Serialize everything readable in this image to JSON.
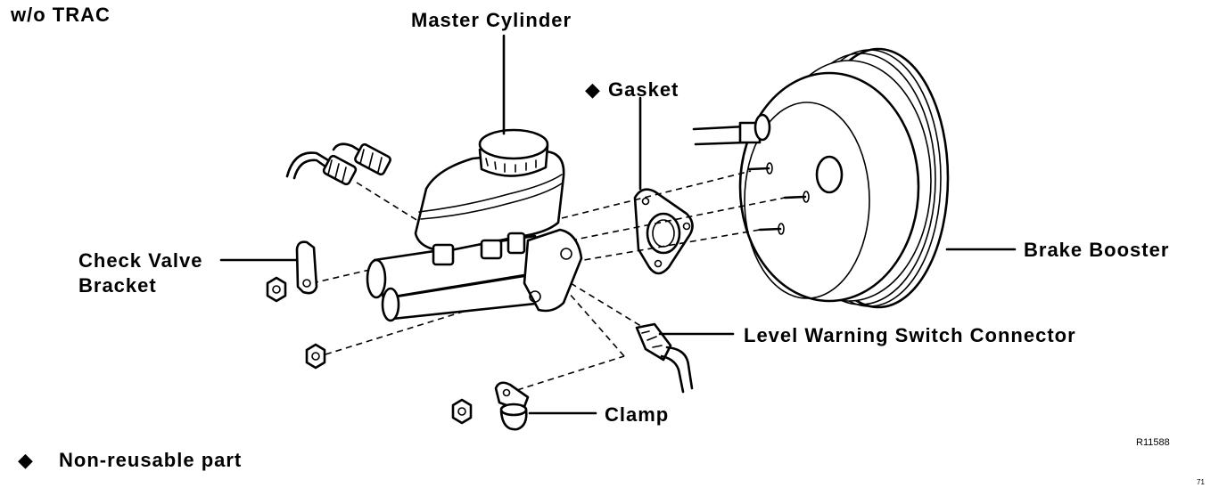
{
  "header": {
    "variant_label": "w/o TRAC"
  },
  "labels": {
    "master_cylinder": "Master Cylinder",
    "gasket": "Gasket",
    "gasket_marker": "◆",
    "check_valve_bracket_line1": "Check Valve",
    "check_valve_bracket_line2": "Bracket",
    "brake_booster": "Brake Booster",
    "level_warning_switch_connector": "Level Warning Switch Connector",
    "clamp": "Clamp"
  },
  "legend": {
    "marker": "◆",
    "text": "Non-reusable part"
  },
  "figure_code": "R11588",
  "page_mark": "71"
}
